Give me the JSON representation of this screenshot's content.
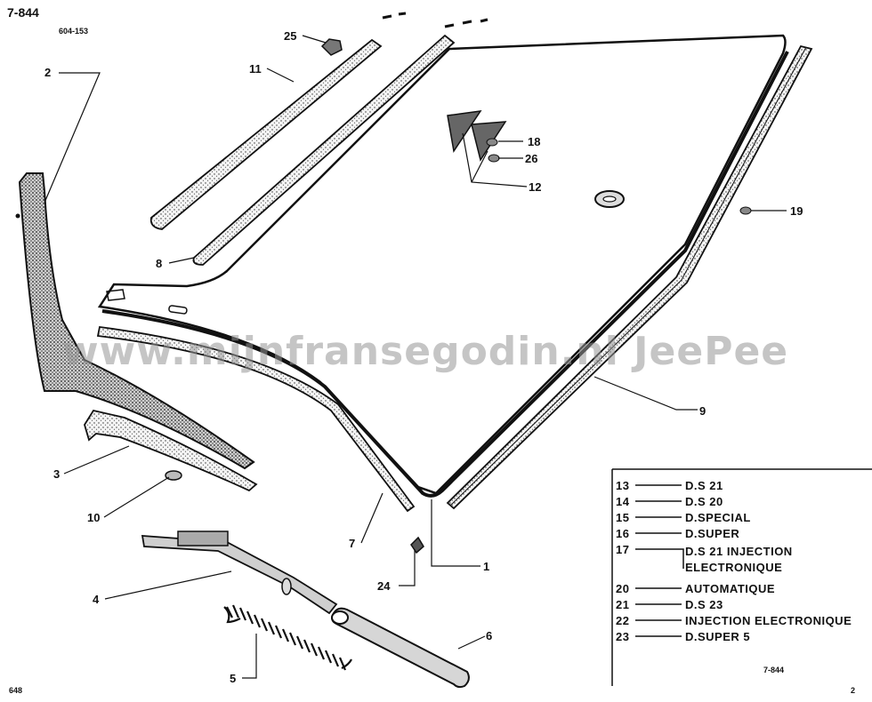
{
  "header": {
    "figure_code": "7-844",
    "ref_number": "604-153"
  },
  "footer": {
    "left": "648",
    "right": "2",
    "legend_code": "7-844"
  },
  "watermark": "www.mijnfransegodin.nl  JeePee",
  "callouts": [
    "1",
    "2",
    "3",
    "4",
    "5",
    "6",
    "7",
    "8",
    "9",
    "10",
    "11",
    "12",
    "18",
    "19",
    "24",
    "25",
    "26"
  ],
  "legend": [
    {
      "num": "13",
      "text": "D.S  21"
    },
    {
      "num": "14",
      "text": "D.S  20"
    },
    {
      "num": "15",
      "text": "D.SPECIAL"
    },
    {
      "num": "16",
      "text": "D.SUPER"
    },
    {
      "num": "17",
      "text": "D.S  21 INJECTION",
      "text2": "ELECTRONIQUE"
    },
    {
      "num": "20",
      "text": "AUTOMATIQUE"
    },
    {
      "num": "21",
      "text": "D.S  23"
    },
    {
      "num": "22",
      "text": "INJECTION ELECTRONIQUE"
    },
    {
      "num": "23",
      "text": "D.SUPER 5"
    }
  ],
  "colors": {
    "ink": "#111111",
    "watermark": "#969696",
    "paper": "#ffffff"
  }
}
